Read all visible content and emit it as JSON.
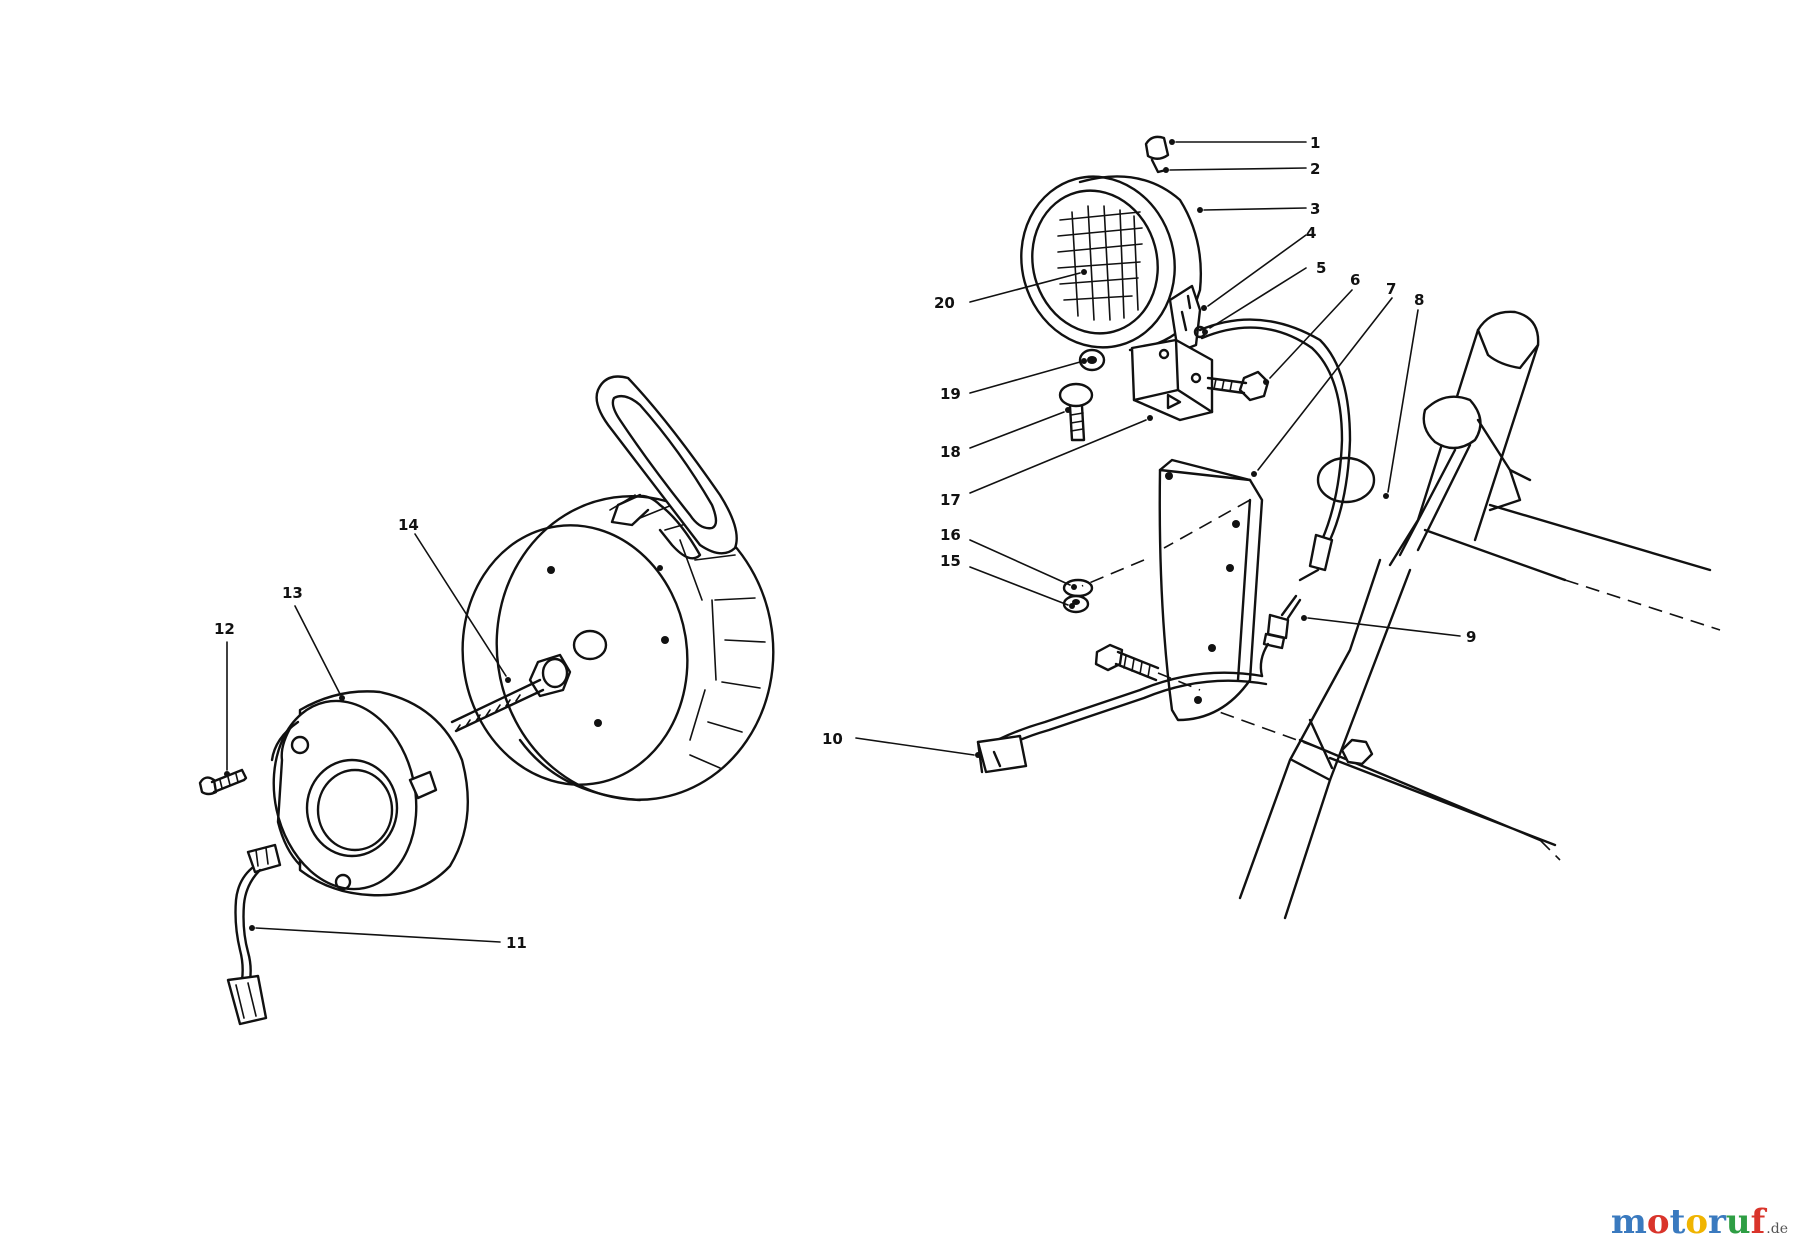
{
  "labels": {
    "n1": "1",
    "n2": "2",
    "n3": "3",
    "n4": "4",
    "n5": "5",
    "n6": "6",
    "n7": "7",
    "n8": "8",
    "n9": "9",
    "n10": "10",
    "n11": "11",
    "n12": "12",
    "n13": "13",
    "n14": "14",
    "n15": "15",
    "n16": "16",
    "n17": "17",
    "n18": "18",
    "n19": "19",
    "n20": "20"
  },
  "watermark": {
    "letters": [
      "m",
      "o",
      "t",
      "o",
      "r",
      "u",
      "f"
    ],
    "colors": [
      "#3a7abf",
      "#d9342b",
      "#3a7abf",
      "#f0b400",
      "#3a7abf",
      "#2e9e44",
      "#d9342b"
    ],
    "tld": ".de"
  }
}
